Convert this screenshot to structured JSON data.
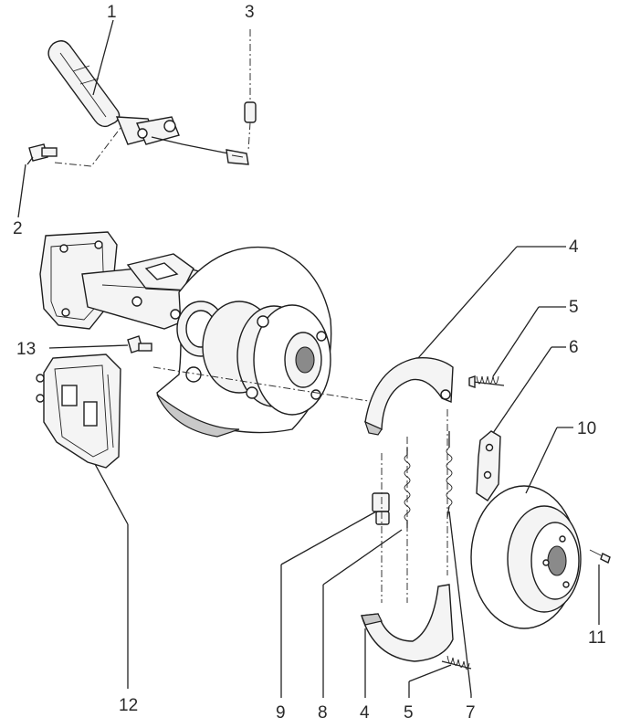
{
  "callouts": {
    "c1": "1",
    "c2": "2",
    "c3": "3",
    "c4_top": "4",
    "c5_top": "5",
    "c6": "6",
    "c10": "10",
    "c11": "11",
    "c12": "12",
    "c13": "13",
    "c9": "9",
    "c8": "8",
    "c4_bottom": "4",
    "c5_bottom": "5",
    "c7": "7"
  }
}
